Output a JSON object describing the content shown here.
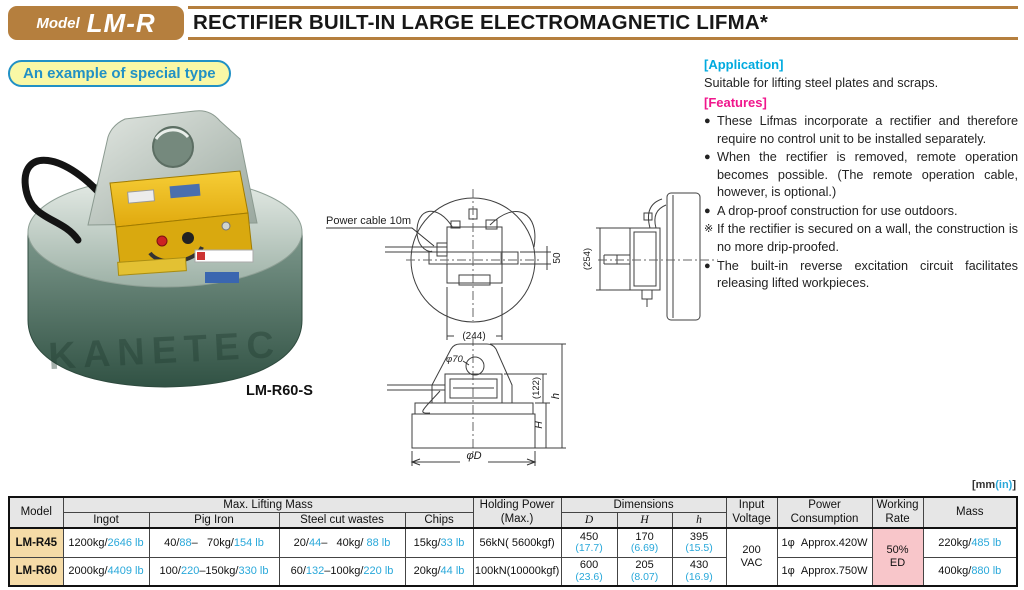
{
  "colors": {
    "brown": "#b57f3e",
    "cyan": "#29a8da",
    "magenta": "#f0168c",
    "tag_blue": "#2191c5",
    "tag_yellow": "#f9f8a6",
    "model_cell_beige": "#f5dba7",
    "working_rate_pink": "#f8c6ca",
    "header_gray": "#e6e6e6"
  },
  "header": {
    "model_label": "Model",
    "model_name": "LM-R",
    "title": "RECTIFIER BUILT-IN LARGE ELECTROMAGNETIC LIFMA*"
  },
  "example_tag": "An example of special type",
  "photo": {
    "caption": "LM-R60-S",
    "embossed": "KANETEC"
  },
  "drawings": {
    "power_cable_label": "Power cable 10m",
    "dim_top_width": "(244)",
    "dim_flange": "50",
    "dim_side_box": "(122)",
    "dim_overall_h": "h",
    "dim_body_H": "H",
    "dim_hole": "φ70",
    "dim_diameter": "φD",
    "dim_depth": "(254)"
  },
  "side_panel": {
    "application_label": "[Application]",
    "application_text": "Suitable for lifting steel plates and scraps.",
    "features_label": "[Features]",
    "items": [
      {
        "marker": "●",
        "text": "These Lifmas incorporate a rectifier and therefore require no control unit to be installed separately."
      },
      {
        "marker": "●",
        "text": "When the rectifier is removed, remote operation becomes possible. (The remote operation cable, however, is optional.)"
      },
      {
        "marker": "●",
        "text": "A drop-proof construction for use outdoors."
      },
      {
        "marker": "※",
        "text": "If the rectifier is secured on a wall, the construction is no more drip-proofed."
      },
      {
        "marker": "●",
        "text": "The built-in reverse excitation circuit facilitates releasing lifted workpieces."
      }
    ]
  },
  "unit_note": {
    "p1": "[mm",
    "p2": "(in)",
    "p3": "]"
  },
  "table": {
    "headers": {
      "model": "Model",
      "max_lifting_mass": "Max. Lifting Mass",
      "ingot": "Ingot",
      "pig_iron": "Pig Iron",
      "steel_cut_wastes": "Steel cut wastes",
      "chips": "Chips",
      "holding_power": [
        "Holding Power",
        "(Max.)"
      ],
      "dimensions": "Dimensions",
      "dim_D": "D",
      "dim_H": "H",
      "dim_h": "h",
      "input_voltage": [
        "Input",
        "Voltage"
      ],
      "power_consumption": [
        "Power",
        "Consumption"
      ],
      "working_rate": [
        "Working",
        "Rate"
      ],
      "mass": "Mass"
    },
    "shared": {
      "voltage": [
        "200",
        "VAC"
      ],
      "working_rate": [
        "50%",
        "ED"
      ]
    },
    "rows": [
      {
        "model": "LM-R45",
        "ingot": [
          "1200kg/",
          "2646 lb"
        ],
        "pig_iron": [
          "40/",
          "88",
          "–   70kg/",
          "154 lb"
        ],
        "steel_cut_wastes": [
          "20/",
          "44",
          "–   40kg/ ",
          "88 lb"
        ],
        "chips": [
          "15kg/",
          "33 lb"
        ],
        "holding_power": "56kN( 5600kgf)",
        "dim_D": [
          "450",
          "(17.7)"
        ],
        "dim_H": [
          "170",
          "(6.69)"
        ],
        "dim_h": [
          "395",
          "(15.5)"
        ],
        "power_consumption": "1φ  Approx.420W",
        "mass": [
          "220kg/",
          "485 lb"
        ]
      },
      {
        "model": "LM-R60",
        "ingot": [
          "2000kg/",
          "4409 lb"
        ],
        "pig_iron": [
          "100/",
          "220",
          "–150kg/",
          "330 lb"
        ],
        "steel_cut_wastes": [
          "60/",
          "132",
          "–100kg/",
          "220 lb"
        ],
        "chips": [
          "20kg/",
          "44 lb"
        ],
        "holding_power": "100kN(10000kgf)",
        "dim_D": [
          "600",
          "(23.6)"
        ],
        "dim_H": [
          "205",
          "(8.07)"
        ],
        "dim_h": [
          "430",
          "(16.9)"
        ],
        "power_consumption": "1φ  Approx.750W",
        "mass": [
          "400kg/",
          "880 lb"
        ]
      }
    ]
  }
}
